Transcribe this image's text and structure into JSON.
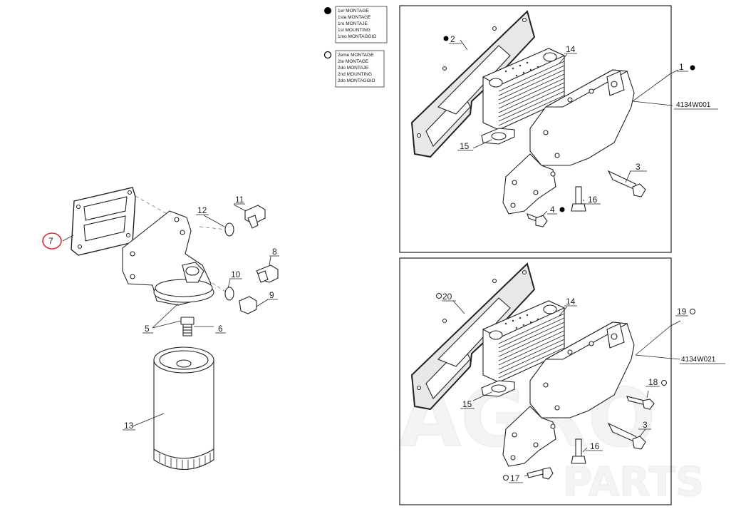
{
  "legend": {
    "first_mounting": {
      "symbol": "filled-circle",
      "lines": [
        "1er MONTAGE",
        "1sta MONTAGE",
        "1ro MONTAJE",
        "1st MOUNTING",
        "1mo MONTAGGIO"
      ]
    },
    "second_mounting": {
      "symbol": "open-circle",
      "lines": [
        "2eme MONTAGE",
        "2te MONTAGE",
        "2do MONTAJE",
        "2nd MOUNTING",
        "2do MONTAGGIO"
      ]
    }
  },
  "left_assembly": {
    "labels": {
      "p7": "7",
      "p11": "11",
      "p12": "12",
      "p8": "8",
      "p10": "10",
      "p9": "9",
      "p5": "5",
      "p6": "6",
      "p13": "13"
    },
    "highlighted_part": "7",
    "highlight_color": "#d2303a"
  },
  "top_box": {
    "labels": {
      "p2": "2",
      "p14": "14",
      "p1": "1",
      "p15": "15",
      "p3": "3",
      "p16": "16",
      "p4": "4"
    },
    "part_number": "4134W001"
  },
  "bottom_box": {
    "labels": {
      "p20": "20",
      "p14": "14",
      "p19": "19",
      "p15": "15",
      "p18": "18",
      "p3": "3",
      "p16": "16",
      "p17": "17"
    },
    "part_number": "4134W021"
  },
  "watermark": {
    "brand": "AGRO",
    "sub": "PARTS"
  }
}
